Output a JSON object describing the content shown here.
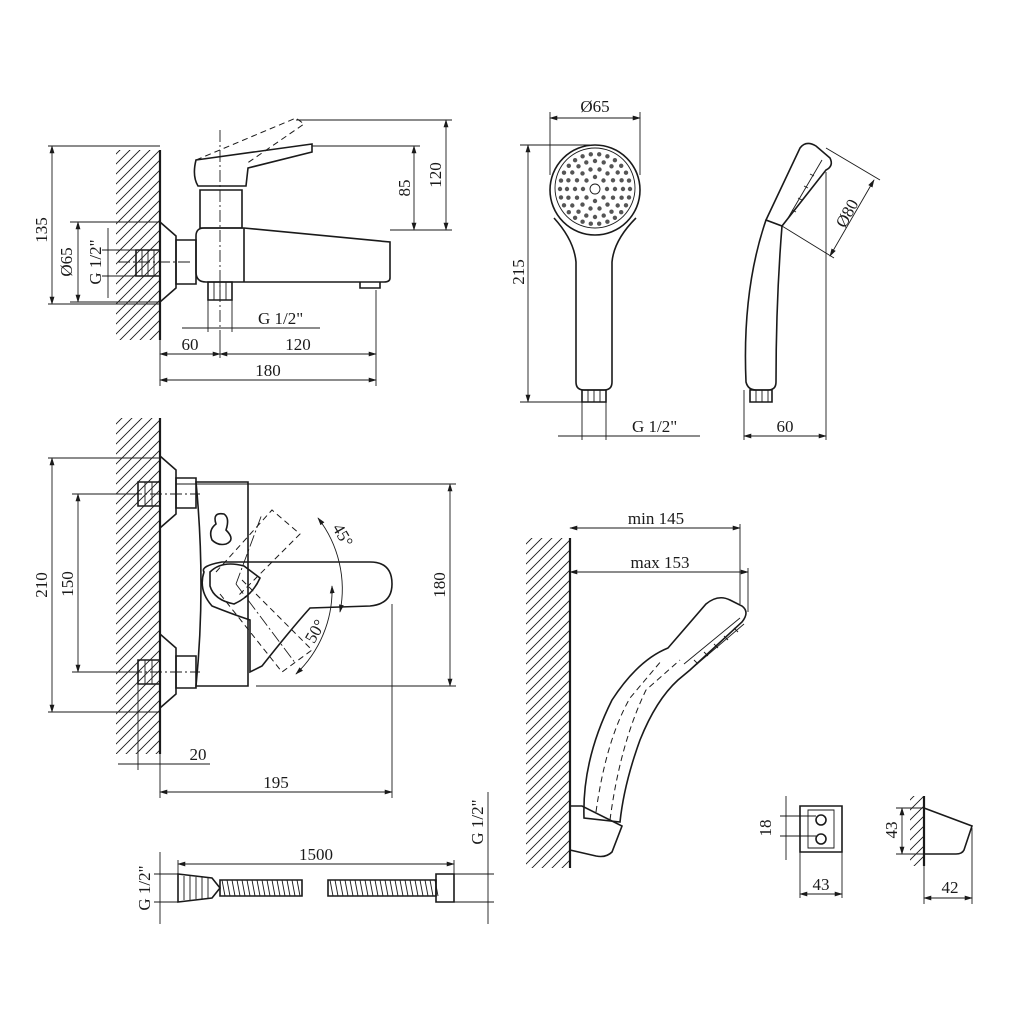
{
  "labels": {
    "faucet_side": {
      "height_total": "135",
      "diameter_flange": "Ø65",
      "thread_inlet": "G 1/2\"",
      "height_handle": "85",
      "height_lever": "120",
      "thread_outlet": "G 1/2\"",
      "offset": "60",
      "spout": "120",
      "length": "180"
    },
    "handshower_front": {
      "diameter": "Ø65",
      "length": "215",
      "thread": "G 1/2\""
    },
    "handshower_side": {
      "diameter": "Ø80",
      "depth": "60"
    },
    "faucet_top": {
      "height_total": "210",
      "centers": "150",
      "body_height": "180",
      "angle_top": "45°",
      "angle_bottom": "50°",
      "wall_gap": "20",
      "length": "195"
    },
    "holder_mount": {
      "min": "min 145",
      "max": "max 153"
    },
    "hose": {
      "length": "1500",
      "thread_left": "G 1/2\"",
      "thread_right": "G 1/2\""
    },
    "bracket_front": {
      "height": "18",
      "width": "43"
    },
    "bracket_side": {
      "height": "43",
      "depth": "42"
    }
  }
}
